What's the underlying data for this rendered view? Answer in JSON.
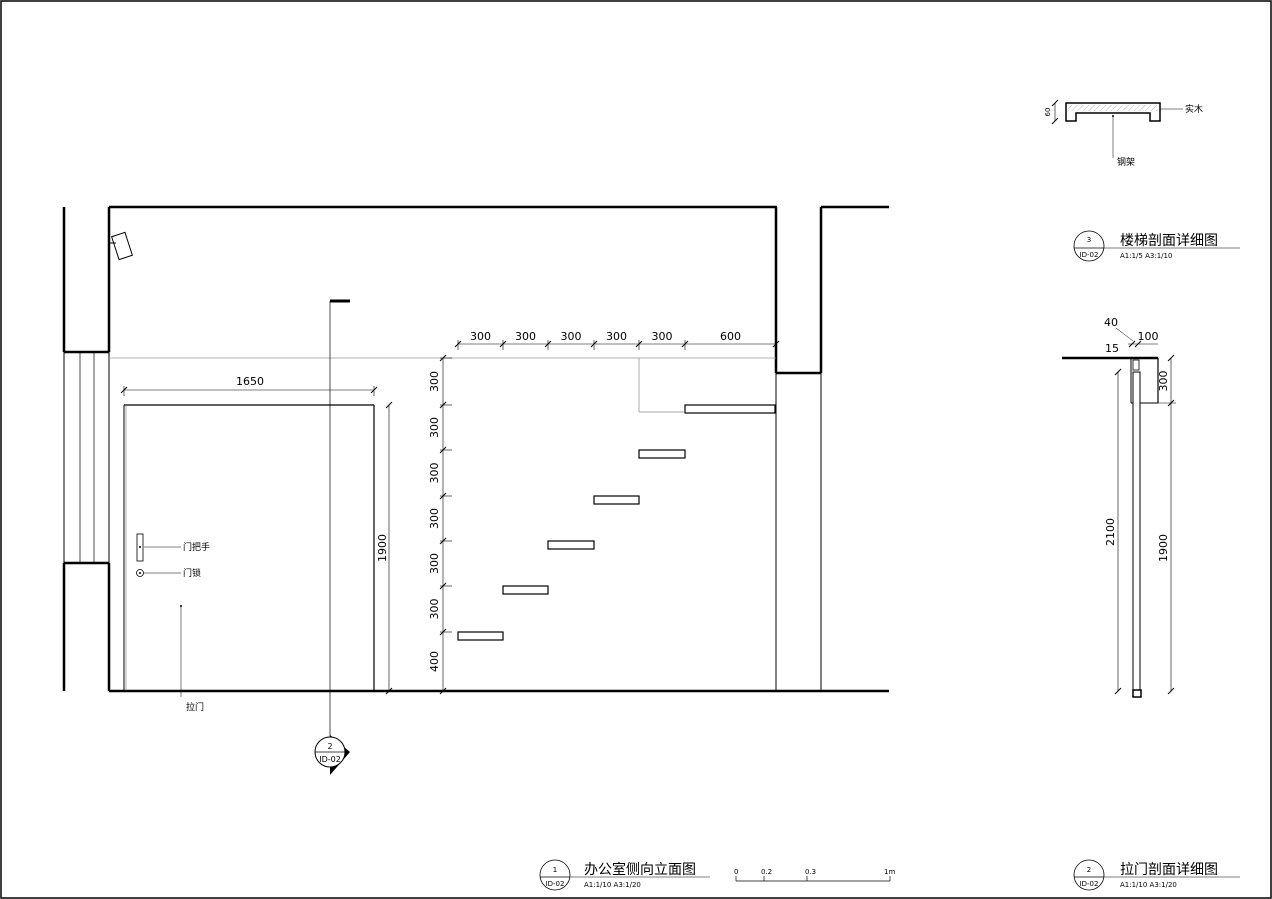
{
  "elevation": {
    "title": "办公室侧向立面图",
    "scale": "A1:1/10 A3:1/20",
    "tag_number": "1",
    "tag_sheet": "ID-02",
    "door_width": "1650",
    "door_height": "1900",
    "stair_run_dims": [
      "300",
      "300",
      "300",
      "300",
      "300",
      "600"
    ],
    "stair_rise_dims": [
      "300",
      "300",
      "300",
      "300",
      "300",
      "300",
      "400"
    ],
    "notes": {
      "door_handle": "门把手",
      "door_lock": "门锁",
      "sliding_door": "拉门"
    },
    "section_marker": {
      "number": "2",
      "sheet": "ID-02"
    },
    "scale_bar": [
      "0",
      "0.2",
      "0.3",
      "1m"
    ]
  },
  "stair_detail": {
    "title": "楼梯剖面详细图",
    "scale": "A1:1/5 A3:1/10",
    "tag_number": "3",
    "tag_sheet": "ID-02",
    "thickness_dim": "60",
    "labels": {
      "solid_wood": "实木",
      "steel_frame": "钢架"
    }
  },
  "door_detail": {
    "title": "拉门剖面详细图",
    "scale": "A1:1/10 A3:1/20",
    "tag_number": "2",
    "tag_sheet": "ID-02",
    "dims": {
      "d40": "40",
      "d100": "100",
      "d15": "15",
      "d300": "300",
      "d2100": "2100",
      "d1900": "1900"
    }
  }
}
